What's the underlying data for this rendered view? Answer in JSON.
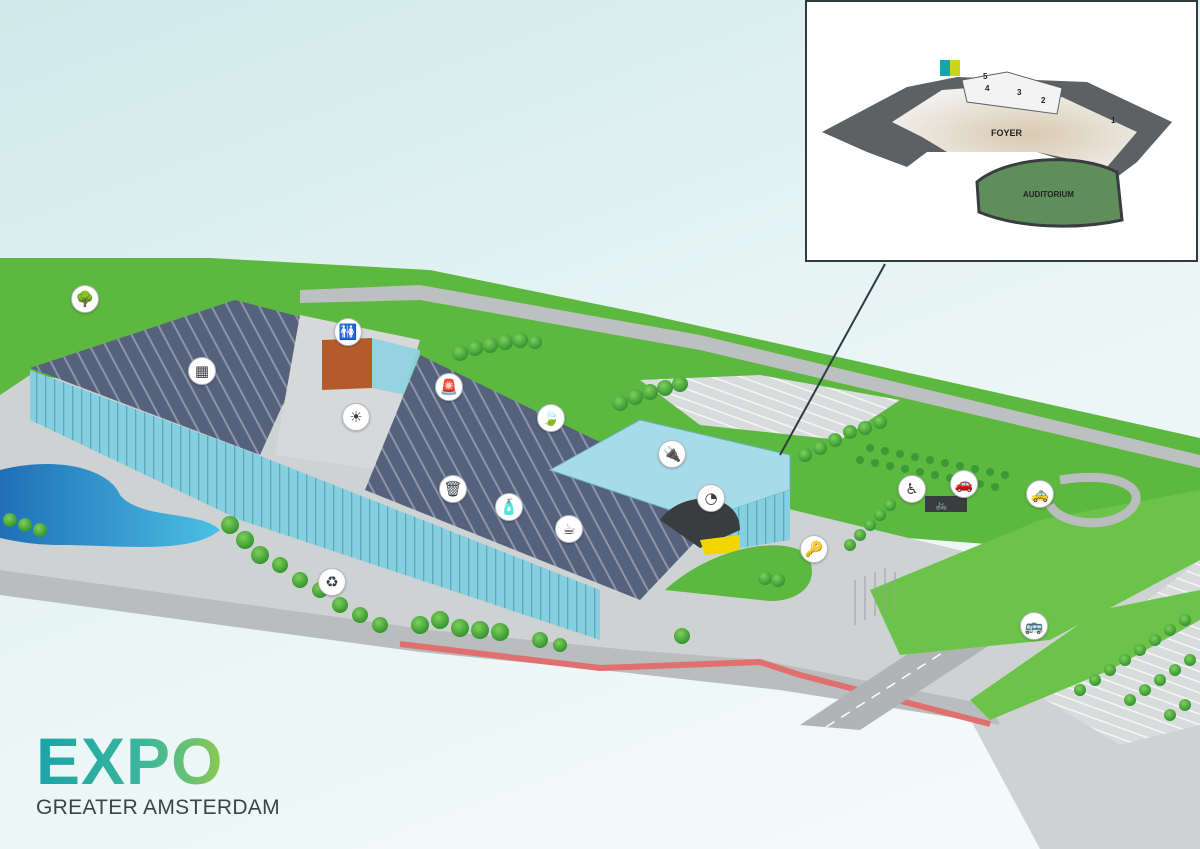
{
  "inset": {
    "foyer_label": "FOYER",
    "auditorium_label": "AUDITORIUM",
    "rooms": [
      "5",
      "4",
      "3",
      "2",
      "1"
    ],
    "restroom_icon": "restroom-icon"
  },
  "logo": {
    "word": "EXPO",
    "subtitle": "GREATER AMSTERDAM"
  },
  "pois": [
    {
      "name": "tree-icon",
      "glyph": "🌳"
    },
    {
      "name": "restroom-icon",
      "glyph": "🚻"
    },
    {
      "name": "solar-panel-icon",
      "glyph": "▦"
    },
    {
      "name": "sun-icon",
      "glyph": "☀"
    },
    {
      "name": "alarm-light-icon",
      "glyph": "🚨"
    },
    {
      "name": "leaf-icon",
      "glyph": "🍃"
    },
    {
      "name": "plug-leaf-icon",
      "glyph": "🔌"
    },
    {
      "name": "gauge-icon",
      "glyph": "◔"
    },
    {
      "name": "waste-bin-icon",
      "glyph": "🗑"
    },
    {
      "name": "bottle-icon",
      "glyph": "🧴"
    },
    {
      "name": "coffee-cup-icon",
      "glyph": "☕"
    },
    {
      "name": "recycle-icon",
      "glyph": "♻"
    },
    {
      "name": "key-icon",
      "glyph": "🔑"
    },
    {
      "name": "wheelchair-icon",
      "glyph": "♿"
    },
    {
      "name": "electric-car-icon",
      "glyph": "🚗"
    },
    {
      "name": "taxi-icon",
      "glyph": "🚕"
    },
    {
      "name": "bus-icon",
      "glyph": "🚌"
    }
  ],
  "colors": {
    "grass": "#5cb83e",
    "glass": "#8fd3e0",
    "roof_solar": "#4e5d78",
    "road": "#c9cccd",
    "water": "#2a8fc9",
    "brick_tower": "#b55a2b",
    "accent_yellow": "#f2d600",
    "red_path": "#e07070"
  }
}
